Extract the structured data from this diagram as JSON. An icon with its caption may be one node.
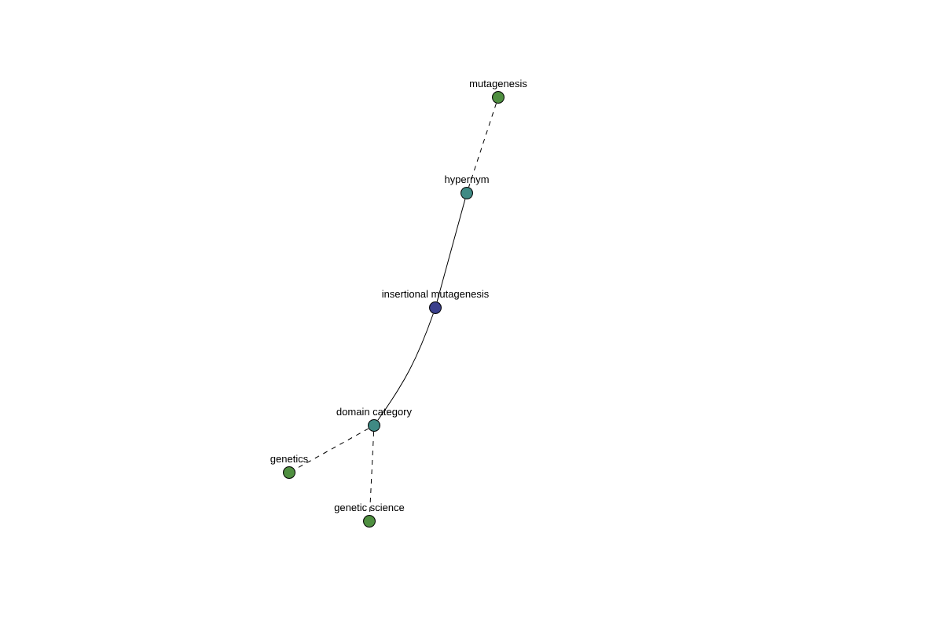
{
  "diagram": {
    "nodes": [
      {
        "text": [
          "mutagenesis"
        ]
      },
      {
        "text": [
          "hypernym"
        ]
      },
      {
        "text": [
          "insertional mutagenesis"
        ]
      },
      {
        "text": [
          "domain category"
        ]
      },
      {
        "text": [
          "genetics"
        ]
      },
      {
        "text": [
          "genetic science"
        ]
      }
    ],
    "edges": [
      {
        "from": 0,
        "to": 1,
        "arrow": "none",
        "style": "dashed"
      },
      {
        "from": 1,
        "to": 2,
        "arrow": "none"
      },
      {
        "from": 2,
        "to": 3,
        "arrow": "none"
      },
      {
        "from": 3,
        "to": 4,
        "arrow": "none",
        "style": "dashed"
      },
      {
        "from": 3,
        "to": 5,
        "arrow": "none",
        "style": "dashed"
      }
    ]
  }
}
